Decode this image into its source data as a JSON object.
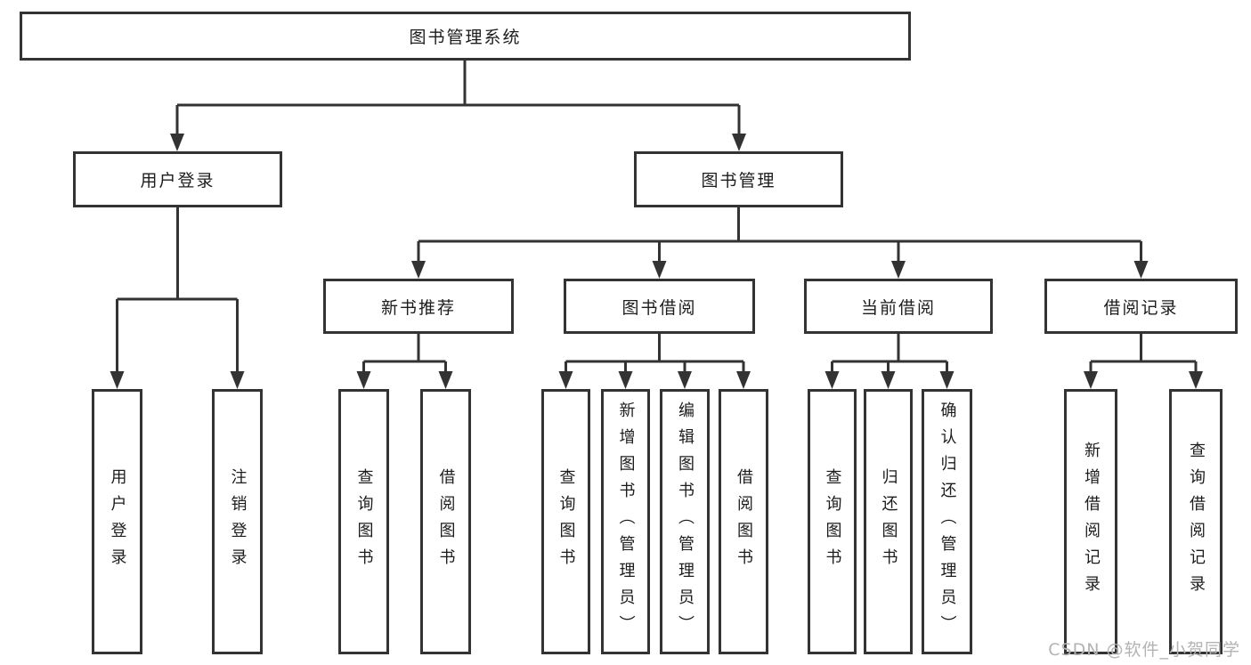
{
  "colors": {
    "line": "#333333",
    "border": "#333333",
    "text": "#1c1c1c",
    "background": "#ffffff",
    "watermark_color": "#b3b3b3"
  },
  "watermark": "CSDN @软件_小贺同学",
  "diagram": {
    "root": {
      "label": "图书管理系统"
    },
    "level2": [
      {
        "label": "用户登录"
      },
      {
        "label": "图书管理"
      }
    ],
    "level3": [
      {
        "label": "新书推荐"
      },
      {
        "label": "图书借阅"
      },
      {
        "label": "当前借阅"
      },
      {
        "label": "借阅记录"
      }
    ],
    "leaves": {
      "user_login": [
        "用户登录",
        "注销登录"
      ],
      "new_book_rec": [
        "查询图书",
        "借阅图书"
      ],
      "book_borrow": [
        "查询图书",
        "新增图书（管理员）",
        "编辑图书（管理员）",
        "借阅图书"
      ],
      "current_borrow": [
        "查询图书",
        "归还图书",
        "确认归还（管理员）"
      ],
      "borrow_records": [
        "新增借阅记录",
        "查询借阅记录"
      ]
    }
  }
}
